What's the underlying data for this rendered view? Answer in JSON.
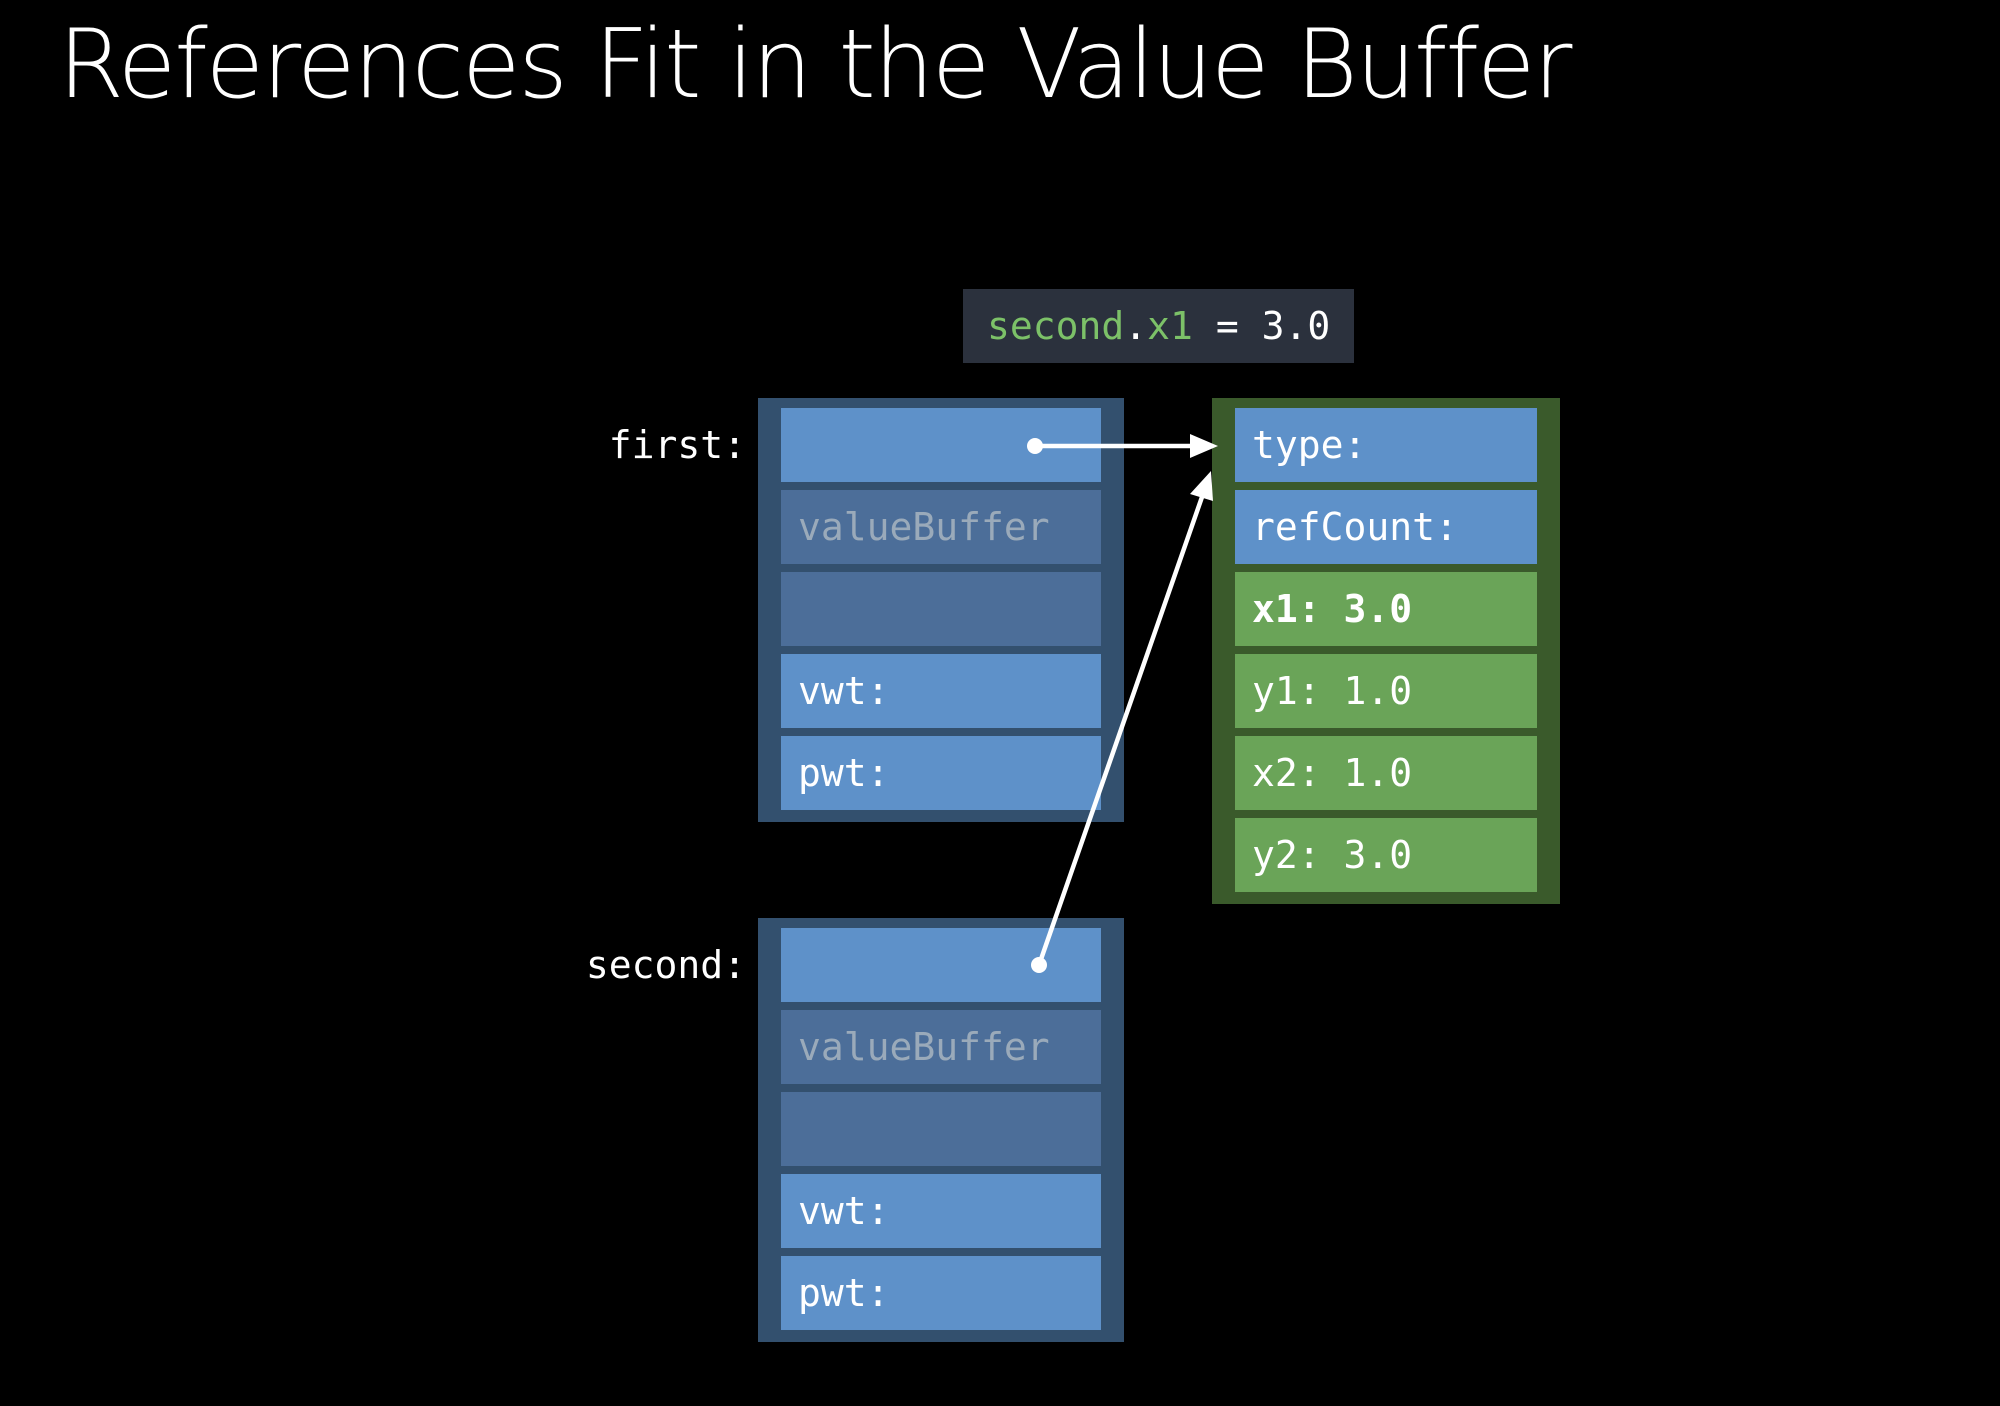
{
  "title": "References Fit in the Value Buffer",
  "code_statement": {
    "full_text": "second.x1 = 3.0",
    "tokens": [
      {
        "text": "second",
        "color": "accent_green"
      },
      {
        "text": ".",
        "color": "white"
      },
      {
        "text": "x1",
        "color": "accent_green"
      },
      {
        "text": " = 3.0",
        "color": "white"
      }
    ]
  },
  "stacks": [
    {
      "label": "first:",
      "rows": [
        {
          "text": "",
          "style": "light"
        },
        {
          "text": "valueBuffer",
          "style": "muted"
        },
        {
          "text": "",
          "style": "muted"
        },
        {
          "text": "vwt:",
          "style": "light"
        },
        {
          "text": "pwt:",
          "style": "light"
        }
      ]
    },
    {
      "label": "second:",
      "rows": [
        {
          "text": "",
          "style": "light"
        },
        {
          "text": "valueBuffer",
          "style": "muted"
        },
        {
          "text": "",
          "style": "muted"
        },
        {
          "text": "vwt:",
          "style": "light"
        },
        {
          "text": "pwt:",
          "style": "light"
        }
      ]
    }
  ],
  "heap": {
    "rows": [
      {
        "text": "type:",
        "style": "header",
        "bold": false
      },
      {
        "text": "refCount:",
        "style": "header",
        "bold": false
      },
      {
        "text": "x1: 3.0",
        "style": "value",
        "bold": true
      },
      {
        "text": "y1: 1.0",
        "style": "value",
        "bold": false
      },
      {
        "text": "x2: 1.0",
        "style": "value",
        "bold": false
      },
      {
        "text": "y2: 3.0",
        "style": "value",
        "bold": false
      }
    ]
  },
  "colors": {
    "background": "#000000",
    "title_text": "#ffffff",
    "stack_frame": "#33506e",
    "stack_row_light": "#5e91c9",
    "stack_row_muted": "#4c6e99",
    "muted_text": "#9aaaba",
    "heap_frame": "#3a5a2b",
    "heap_row_green": "#6aa458",
    "heap_row_blue": "#5e91c9",
    "code_bg": "#2b313d",
    "accent_green": "#7cc168",
    "white": "#ffffff",
    "arrow": "#ffffff"
  }
}
